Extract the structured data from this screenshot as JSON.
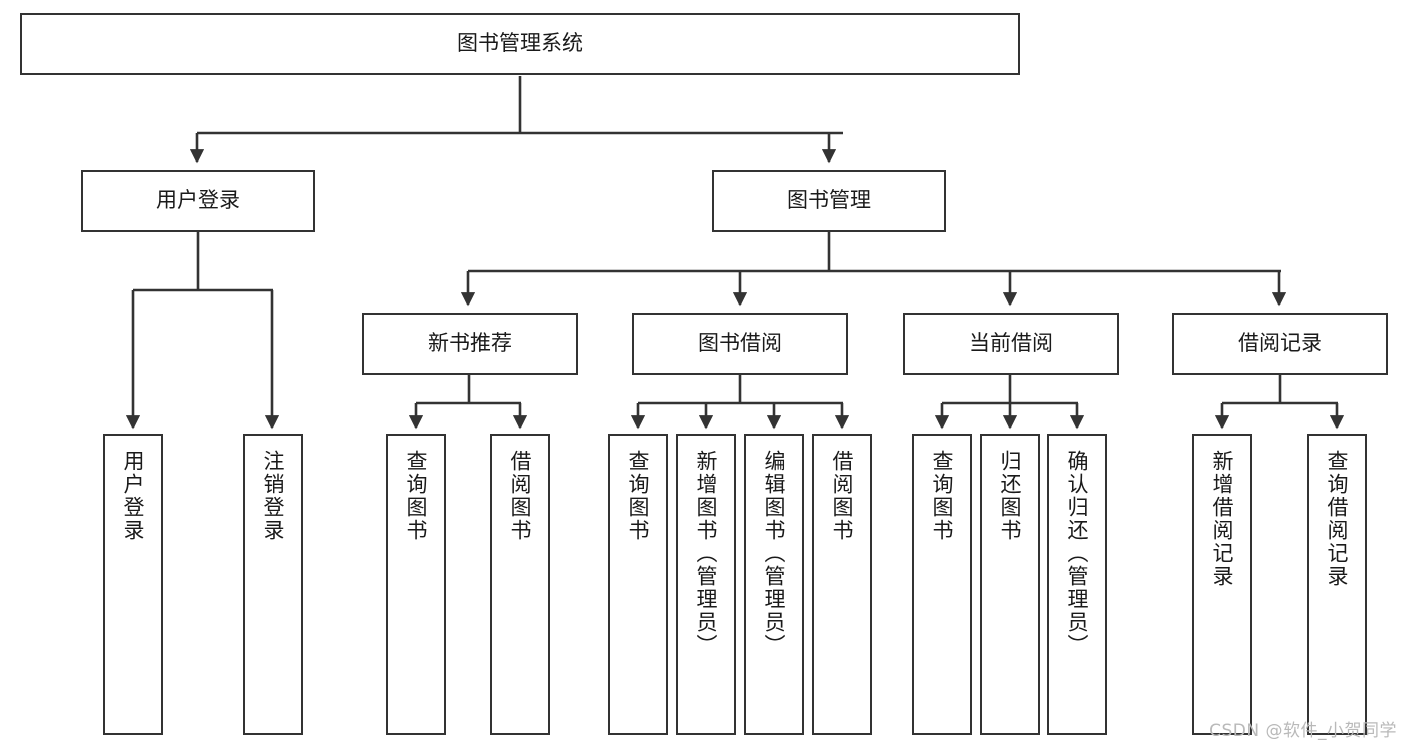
{
  "diagram": {
    "title": "图书管理系统",
    "type": "tree-hierarchy",
    "watermark": "CSDN @软件_小贺同学",
    "colors": {
      "box_border": "#333333",
      "box_fill": "#ffffff",
      "edge": "#333333",
      "text": "#1a1a1a",
      "watermark": "#b9b9b9",
      "background": "#ffffff"
    }
  },
  "nodes": {
    "root": {
      "label": "图书管理系统"
    },
    "level2": [
      {
        "label": "用户登录"
      },
      {
        "label": "图书管理"
      }
    ],
    "level3": [
      {
        "label": "新书推荐"
      },
      {
        "label": "图书借阅"
      },
      {
        "label": "当前借阅"
      },
      {
        "label": "借阅记录"
      }
    ],
    "leaves": {
      "user_login": [
        {
          "label": "用户登录"
        },
        {
          "label": "注销登录"
        }
      ],
      "new_book": [
        {
          "label": "查询图书"
        },
        {
          "label": "借阅图书"
        }
      ],
      "book_borrow": [
        {
          "label": "查询图书"
        },
        {
          "label": "新增图书（管理员）"
        },
        {
          "label": "编辑图书（管理员）"
        },
        {
          "label": "借阅图书"
        }
      ],
      "current_borrow": [
        {
          "label": "查询图书"
        },
        {
          "label": "归还图书"
        },
        {
          "label": "确认归还（管理员）"
        }
      ],
      "borrow_record": [
        {
          "label": "新增借阅记录"
        },
        {
          "label": "查询借阅记录"
        }
      ]
    }
  }
}
